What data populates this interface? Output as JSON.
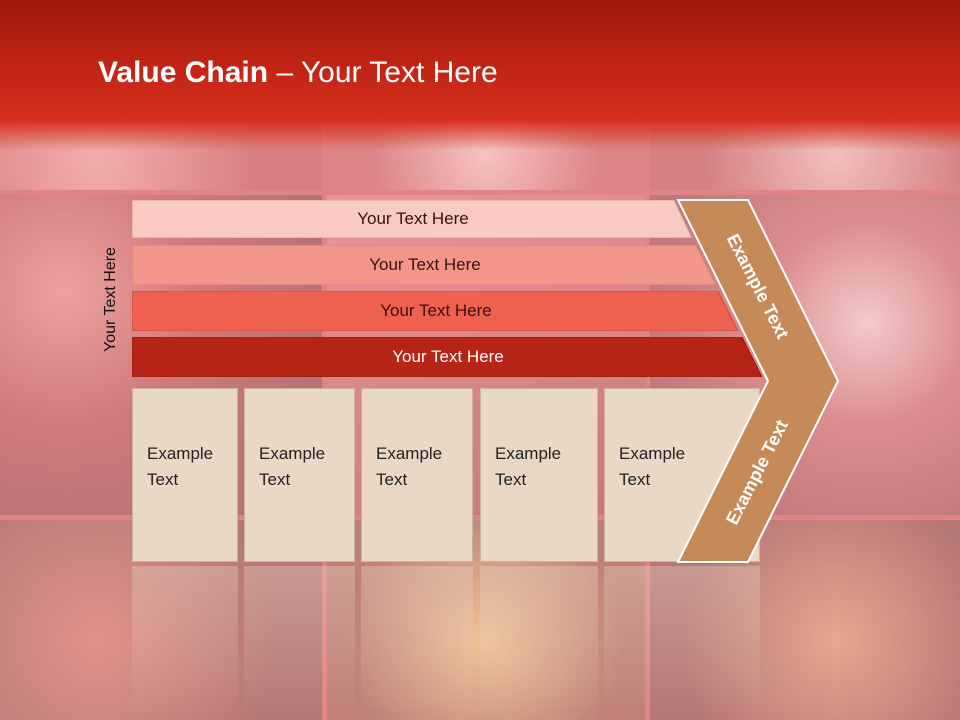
{
  "title": {
    "bold": "Value Chain",
    "rest": " – Your Text Here"
  },
  "side_label": "Your Text Here",
  "bars": [
    {
      "label": "Your Text Here",
      "color": "#f9cac4",
      "text_color": "#3a1818"
    },
    {
      "label": "Your Text Here",
      "color": "#f2968a",
      "text_color": "#3a1818"
    },
    {
      "label": "Your Text Here",
      "color": "#ee6150",
      "text_color": "#3a1818"
    },
    {
      "label": "Your Text Here",
      "color": "#b52414",
      "text_color": "#ffffff"
    }
  ],
  "cells": [
    {
      "line1": "Example",
      "line2": "Text"
    },
    {
      "line1": "Example",
      "line2": "Text"
    },
    {
      "line1": "Example",
      "line2": "Text"
    },
    {
      "line1": "Example",
      "line2": "Text"
    },
    {
      "line1": "Example",
      "line2": "Text"
    }
  ],
  "chevron": {
    "top_label": "Example Text",
    "bottom_label": "Example Text",
    "color": "#c58a58"
  },
  "colors": {
    "title_bar": "#c32414",
    "cell_fill": "#ead8c6"
  }
}
